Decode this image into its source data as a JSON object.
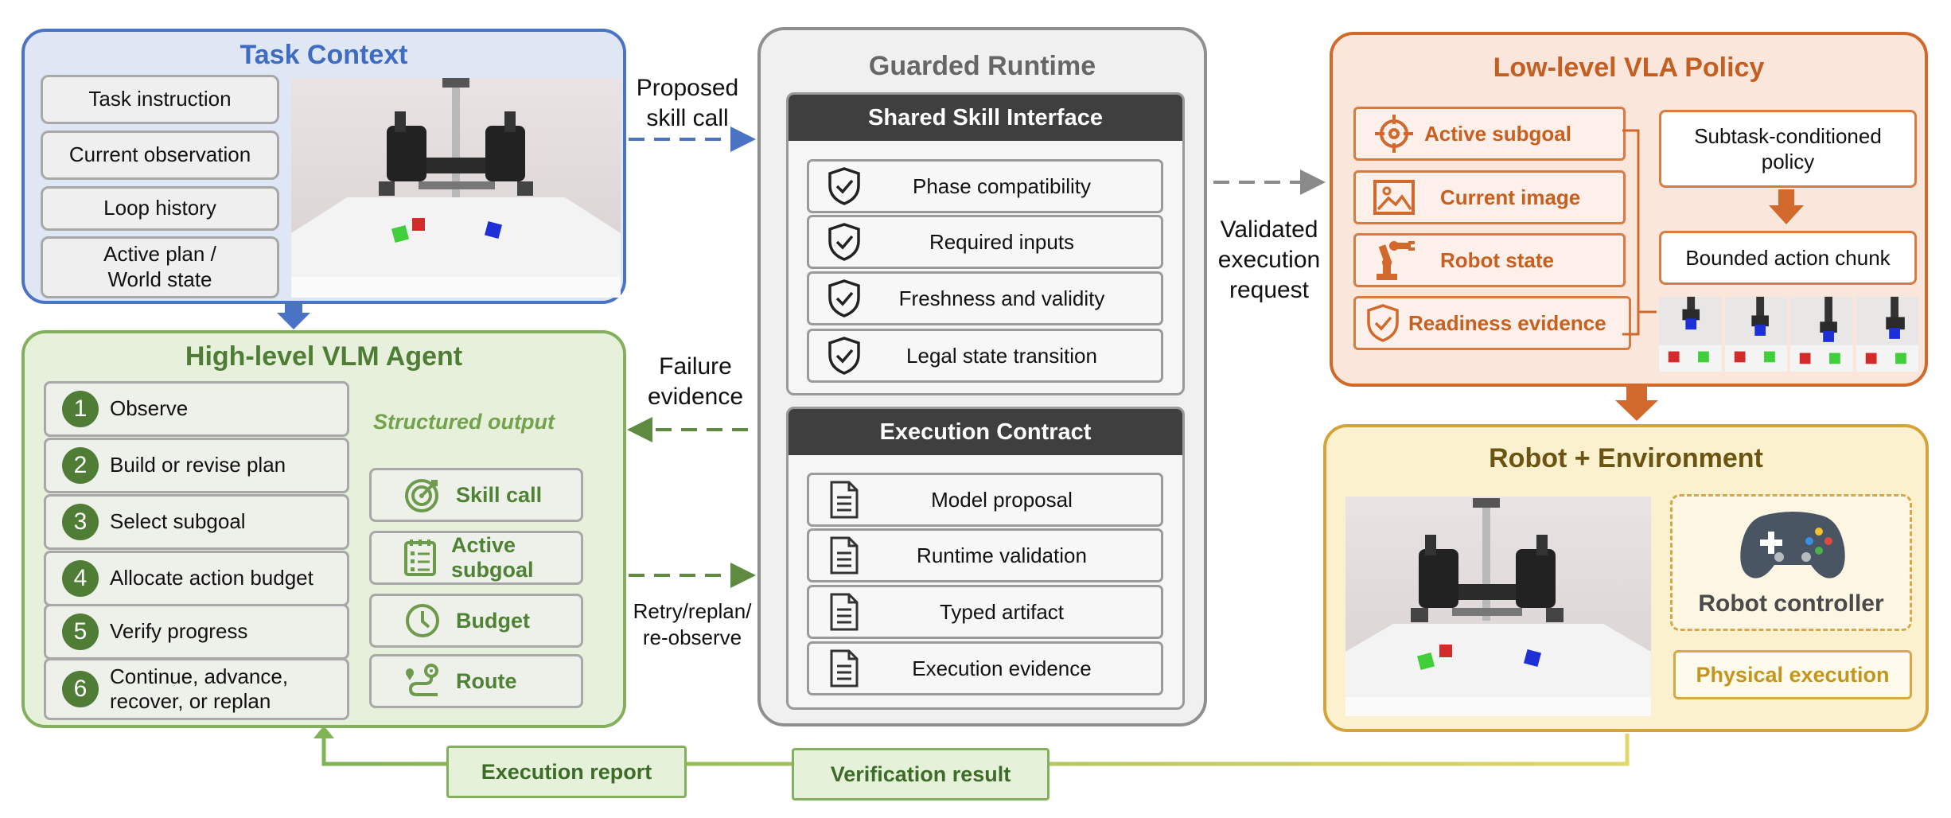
{
  "task_context": {
    "title": "Task Context",
    "items": [
      "Task instruction",
      "Current observation",
      "Loop history",
      "Active plan /\nWorld state"
    ]
  },
  "vlm_agent": {
    "title": "High-level VLM Agent",
    "steps": [
      {
        "num": "1",
        "label": "Observe"
      },
      {
        "num": "2",
        "label": "Build or revise plan"
      },
      {
        "num": "3",
        "label": "Select subgoal"
      },
      {
        "num": "4",
        "label": "Allocate action budget"
      },
      {
        "num": "5",
        "label": "Verify progress"
      },
      {
        "num": "6",
        "label": "Continue, advance,\nrecover, or replan"
      }
    ],
    "structured_output_label": "Structured output",
    "outputs": [
      "Skill call",
      "Active subgoal",
      "Budget",
      "Route"
    ]
  },
  "runtime": {
    "title": "Guarded Runtime",
    "shared_interface": {
      "title": "Shared Skill Interface",
      "items": [
        "Phase compatibility",
        "Required inputs",
        "Freshness and validity",
        "Legal state transition"
      ]
    },
    "execution_contract": {
      "title": "Execution Contract",
      "items": [
        "Model proposal",
        "Runtime validation",
        "Typed artifact",
        "Execution evidence"
      ]
    }
  },
  "vla_policy": {
    "title": "Low-level VLA Policy",
    "inputs": [
      "Active subgoal",
      "Current image",
      "Robot state",
      "Readiness evidence"
    ],
    "policy_label": "Subtask-conditioned\npolicy",
    "output_label": "Bounded action chunk"
  },
  "robot_env": {
    "title": "Robot + Environment",
    "controller_label": "Robot controller",
    "physical_label": "Physical execution"
  },
  "flows": {
    "proposed": "Proposed\nskill call",
    "validated": "Validated\nexecution\nrequest",
    "failure": "Failure\nevidence",
    "retry": "Retry/replan/\nre-observe",
    "execution_report": "Execution report",
    "verification_result": "Verification result"
  },
  "colors": {
    "task_context": "#4a73c6",
    "vlm_agent": "#82b05d",
    "runtime": "#8f8f8f",
    "vla_policy": "#cf6a2b",
    "robot_env": "#d4a43a"
  },
  "icons": {
    "runtime_check": "shield-check-icon",
    "contract_doc": "document-icon",
    "outputs": [
      "target-icon",
      "checklist-icon",
      "clock-icon",
      "route-icon"
    ],
    "vla_inputs": [
      "crosshair-icon",
      "image-icon",
      "robot-arm-icon",
      "shield-check-icon"
    ],
    "controller": "gamepad-icon"
  }
}
